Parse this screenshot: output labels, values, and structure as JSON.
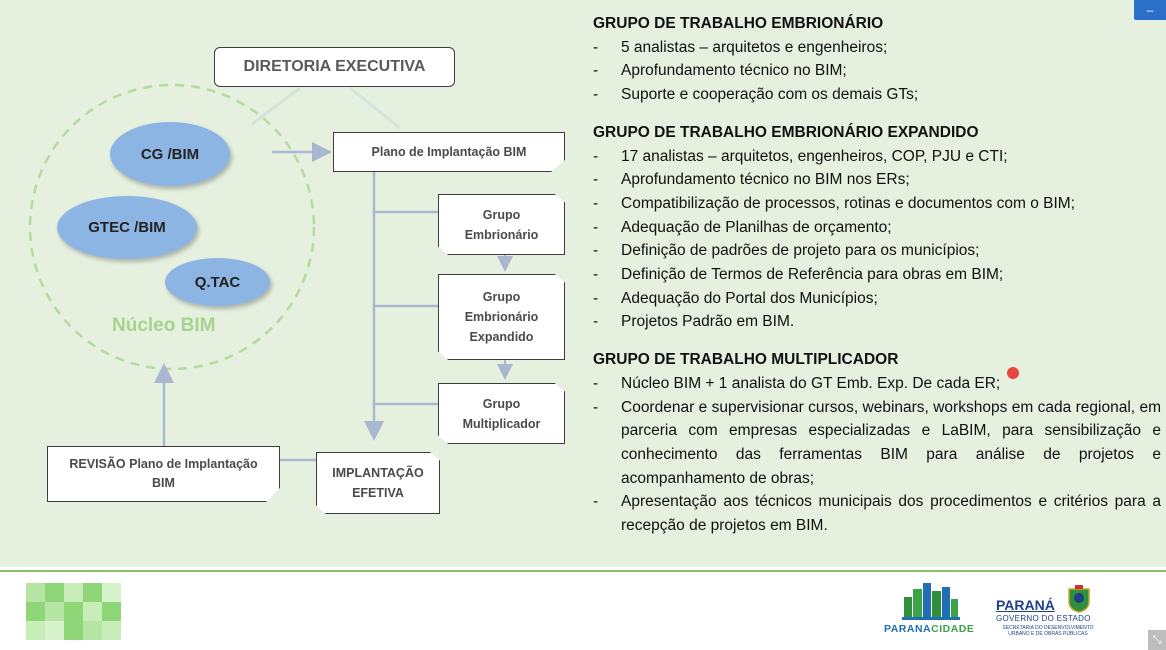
{
  "diagram": {
    "diretoria": "DIRETORIA EXECUTIVA",
    "nucleo": "Núcleo BIM",
    "cg": "CG /BIM",
    "gtec": "GTEC /BIM",
    "qtac": "Q.TAC",
    "plano": "Plano de Implantação BIM",
    "grupo_emb": [
      "Grupo",
      "Embrionário"
    ],
    "grupo_exp": [
      "Grupo",
      "Embrionário",
      "Expandido"
    ],
    "grupo_mult": [
      "Grupo",
      "Multiplicador"
    ],
    "implantacao": [
      "IMPLANTAÇÃO",
      "EFETIVA"
    ],
    "revisao": [
      "REVISÃO Plano de Implantação",
      "BIM"
    ]
  },
  "sections": [
    {
      "heading": "GRUPO DE TRABALHO EMBRIONÁRIO",
      "items": [
        "5 analistas – arquitetos e engenheiros;",
        "Aprofundamento técnico no BIM;",
        "Suporte e cooperação com os demais GTs;"
      ]
    },
    {
      "heading": "GRUPO DE TRABALHO EMBRIONÁRIO EXPANDIDO",
      "items": [
        "17 analistas – arquitetos, engenheiros, COP, PJU e CTI;",
        "Aprofundamento técnico no BIM nos ERs;",
        "Compatibilização de processos, rotinas e documentos com o BIM;",
        "Adequação de Planilhas de orçamento;",
        "Definição de padrões de projeto para os municípios;",
        "Definição de Termos de Referência para obras em BIM;",
        "Adequação do Portal dos Municípios;",
        "Projetos Padrão em BIM."
      ]
    },
    {
      "heading": "GRUPO DE TRABALHO MULTIPLICADOR",
      "items": [
        "Núcleo BIM + 1 analista do GT Emb. Exp. De cada ER;",
        "Coordenar e supervisionar cursos, webinars, workshops em cada regional, em parceria com empresas especializadas e LaBIM, para sensibilização e conhecimento das ferramentas BIM para análise de projetos e acompanhamento de obras;",
        "Apresentação aos técnicos municipais dos procedimentos e critérios para a recepção de projetos em BIM."
      ]
    }
  ],
  "dash": "-",
  "footer": {
    "paranacidade_a": "PARANA",
    "paranacidade_b": "CIDADE",
    "parana": "PARANÁ",
    "governo": "GOVERNO DO ESTADO",
    "secretaria": "SECRETARIA DO DESENVOLVIMENTO URBANO E DE OBRAS PÚBLICAS"
  },
  "ui": {
    "minimize": "–",
    "expand": "⤡"
  },
  "colors": {
    "background": "#e5f0df",
    "ellipse": "#8db5e3",
    "nucleo_green": "#a6d48e",
    "connector": "#a9b8d0",
    "accent_blue": "#2b6fc8"
  }
}
